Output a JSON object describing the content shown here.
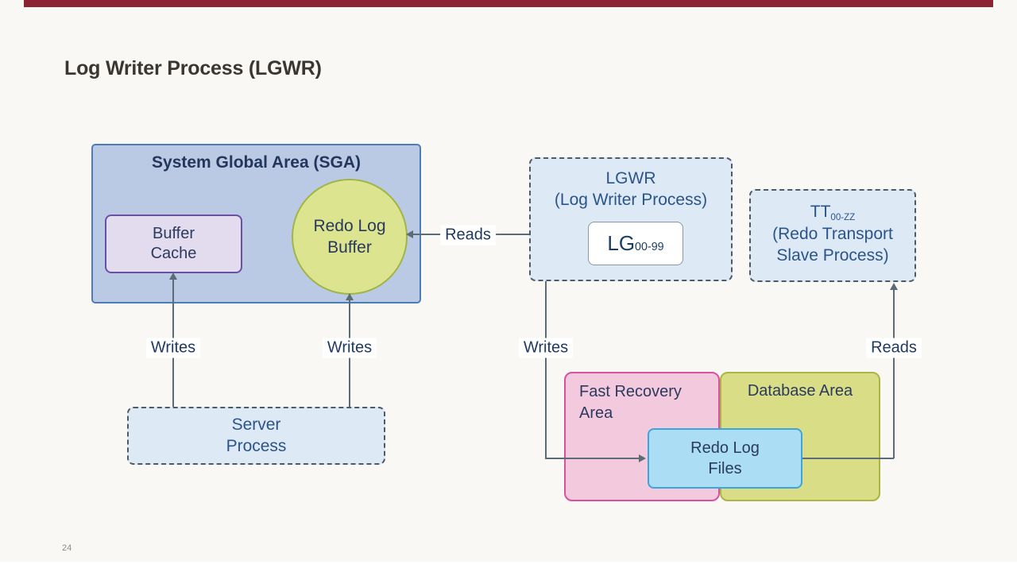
{
  "slide": {
    "title": "Log Writer Process (LGWR)",
    "page_number": "24"
  },
  "sga": {
    "title": "System Global Area (SGA)",
    "buffer_cache": {
      "line1": "Buffer",
      "line2": "Cache"
    },
    "redo_log_buffer": {
      "line1": "Redo Log",
      "line2": "Buffer"
    }
  },
  "lgwr": {
    "line1": "LGWR",
    "line2": "(Log Writer Process)",
    "chip_main": "LG",
    "chip_sub": "00-99"
  },
  "tt": {
    "main": "TT",
    "sub": "00-ZZ",
    "line2": "(Redo Transport",
    "line3": "Slave Process)"
  },
  "server_process": {
    "line1": "Server",
    "line2": "Process"
  },
  "storage": {
    "fast_recovery_area": {
      "line1": "Fast Recovery",
      "line2": "Area"
    },
    "database_area": {
      "label": "Database Area"
    },
    "redo_log_files": {
      "line1": "Redo Log",
      "line2": "Files"
    }
  },
  "arrow_labels": {
    "reads_left": "Reads",
    "writes_left": "Writes",
    "writes_mid": "Writes",
    "writes_right": "Writes",
    "reads_right": "Reads"
  },
  "colors": {
    "background": "#faf8f5",
    "accent_bar": "#8b2332",
    "sga_fill": "#bac9e4",
    "sga_border": "#4d7cb8",
    "buffer_cache_fill": "#e3dcee",
    "buffer_cache_border": "#6a50a4",
    "redo_buffer_fill": "#dce48f",
    "redo_buffer_border": "#a0b545",
    "process_fill": "#dde9f5",
    "process_border": "#4e5a64",
    "fra_fill": "#f3c9de",
    "fra_border": "#d9509f",
    "dba_fill": "#d9dd86",
    "dba_border": "#a9b544",
    "rlf_fill": "#abdef4",
    "rlf_border": "#3da5d9",
    "connector": "#5d6b77",
    "diagram_text": "#2b3a5e"
  }
}
